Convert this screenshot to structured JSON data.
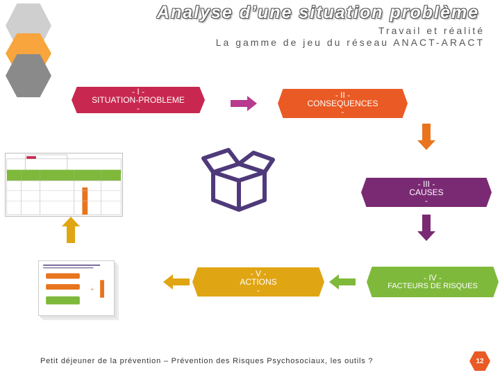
{
  "header": {
    "title": "Analyse d’une situation problème",
    "subtitle_line1": "Travail et réalité",
    "subtitle_line2": "La gamme de jeu du réseau ANACT-ARACT"
  },
  "steps": [
    {
      "roman": "- I -",
      "label": "SITUATION-PROBLEME",
      "tail": "-",
      "color": "#c8284f"
    },
    {
      "roman": "- II -",
      "label": "CONSEQUENCES",
      "tail": "-",
      "color": "#ea5a24"
    },
    {
      "roman": "- III -",
      "label": "CAUSES",
      "tail": "-",
      "color": "#7a2a73"
    },
    {
      "roman": "- IV -",
      "label": "FACTEURS DE RISQUES",
      "tail": "",
      "color": "#7fb93b"
    },
    {
      "roman": "- V -",
      "label": "ACTIONS",
      "tail": "-",
      "color": "#e0a513"
    }
  ],
  "icons": [
    "open-box-icon",
    "arrow-right-icon",
    "arrow-down-icon",
    "arrow-left-icon",
    "arrow-up-icon"
  ],
  "colors": {
    "arrow_magenta": "#b83b8e",
    "arrow_orange": "#e8741e",
    "arrow_purple": "#7a2a73",
    "arrow_green": "#7fb93b",
    "arrow_yellow": "#e0a513",
    "box_icon": "#4e3a7a"
  },
  "footer": {
    "text": "Petit déjeuner de la prévention – Prévention des Risques Psychosociaux, les outils ?",
    "page_number": "12"
  }
}
